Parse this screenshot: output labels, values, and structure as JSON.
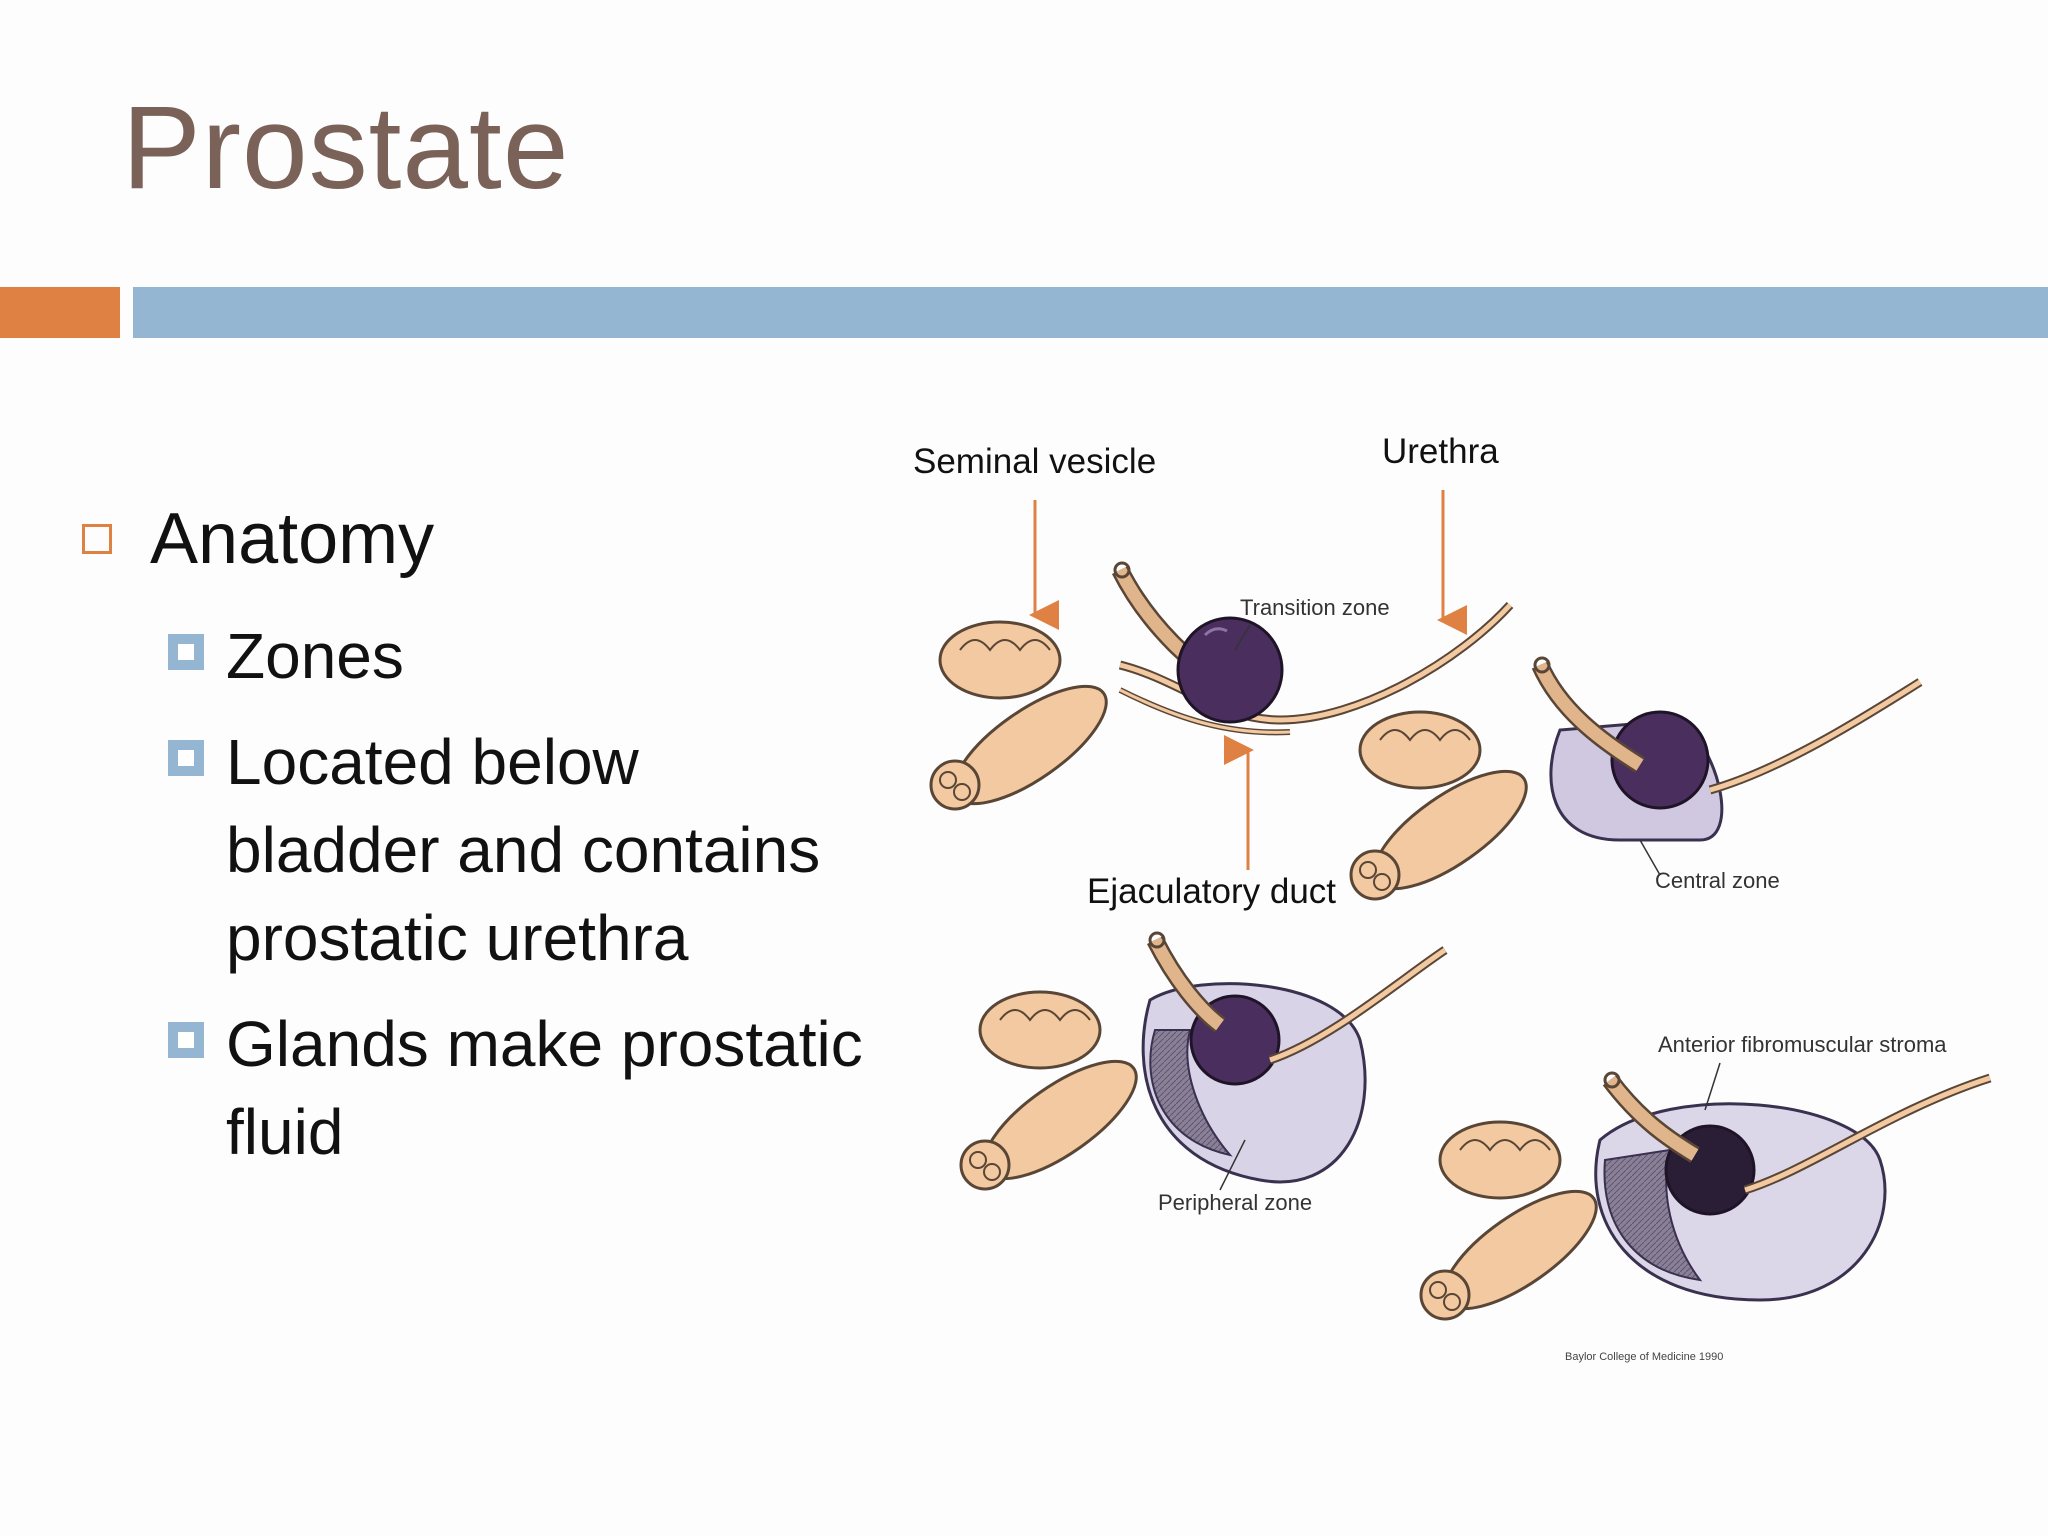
{
  "slide": {
    "title": "Prostate",
    "bullets": {
      "main": "Anatomy",
      "subs": [
        "Zones",
        "Located below bladder and contains prostatic urethra",
        "Glands make prostatic fluid"
      ]
    }
  },
  "figure": {
    "labels": {
      "seminal_vesicle": "Seminal vesicle",
      "urethra": "Urethra",
      "ejaculatory_duct": "Ejaculatory duct"
    },
    "inner_labels": {
      "transition_zone": "Transition zone",
      "central_zone": "Central zone",
      "peripheral_zone": "Peripheral zone",
      "anterior_stroma": "Anterior fibromuscular stroma",
      "credit": "Baylor College of Medicine 1990"
    }
  },
  "colors": {
    "title": "#7b6258",
    "accent_orange": "#e08144",
    "accent_blue": "#94b6d2",
    "gland": "#f2c9a0",
    "zone_purple": "#4a2f5e",
    "capsule": "#d8d3e6"
  }
}
